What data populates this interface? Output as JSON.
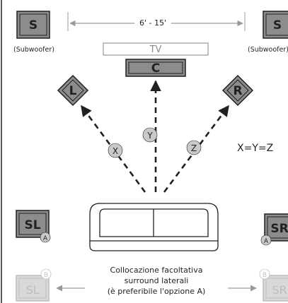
{
  "distance": {
    "label": "6' - 15'"
  },
  "tv": {
    "label": "TV"
  },
  "subwoofer": {
    "letter": "S",
    "caption": "(Subwoofer)"
  },
  "speakers": {
    "center": "C",
    "left": "L",
    "right": "R",
    "surround_left": "SL",
    "surround_right": "SR"
  },
  "options": {
    "a": "A",
    "b": "B"
  },
  "distances": {
    "x": "X",
    "y": "Y",
    "z": "Z",
    "equation": "X=Y=Z"
  },
  "optional_note": {
    "line1": "Collocazione facoltativa",
    "line2": "surround laterali",
    "line3": "(è preferibile l'opzione A)"
  },
  "colors": {
    "speaker_fill": "#8c8c8c",
    "badge_fill": "#c9c9c9",
    "line": "#231f20",
    "faded": "#bdbdbd"
  }
}
